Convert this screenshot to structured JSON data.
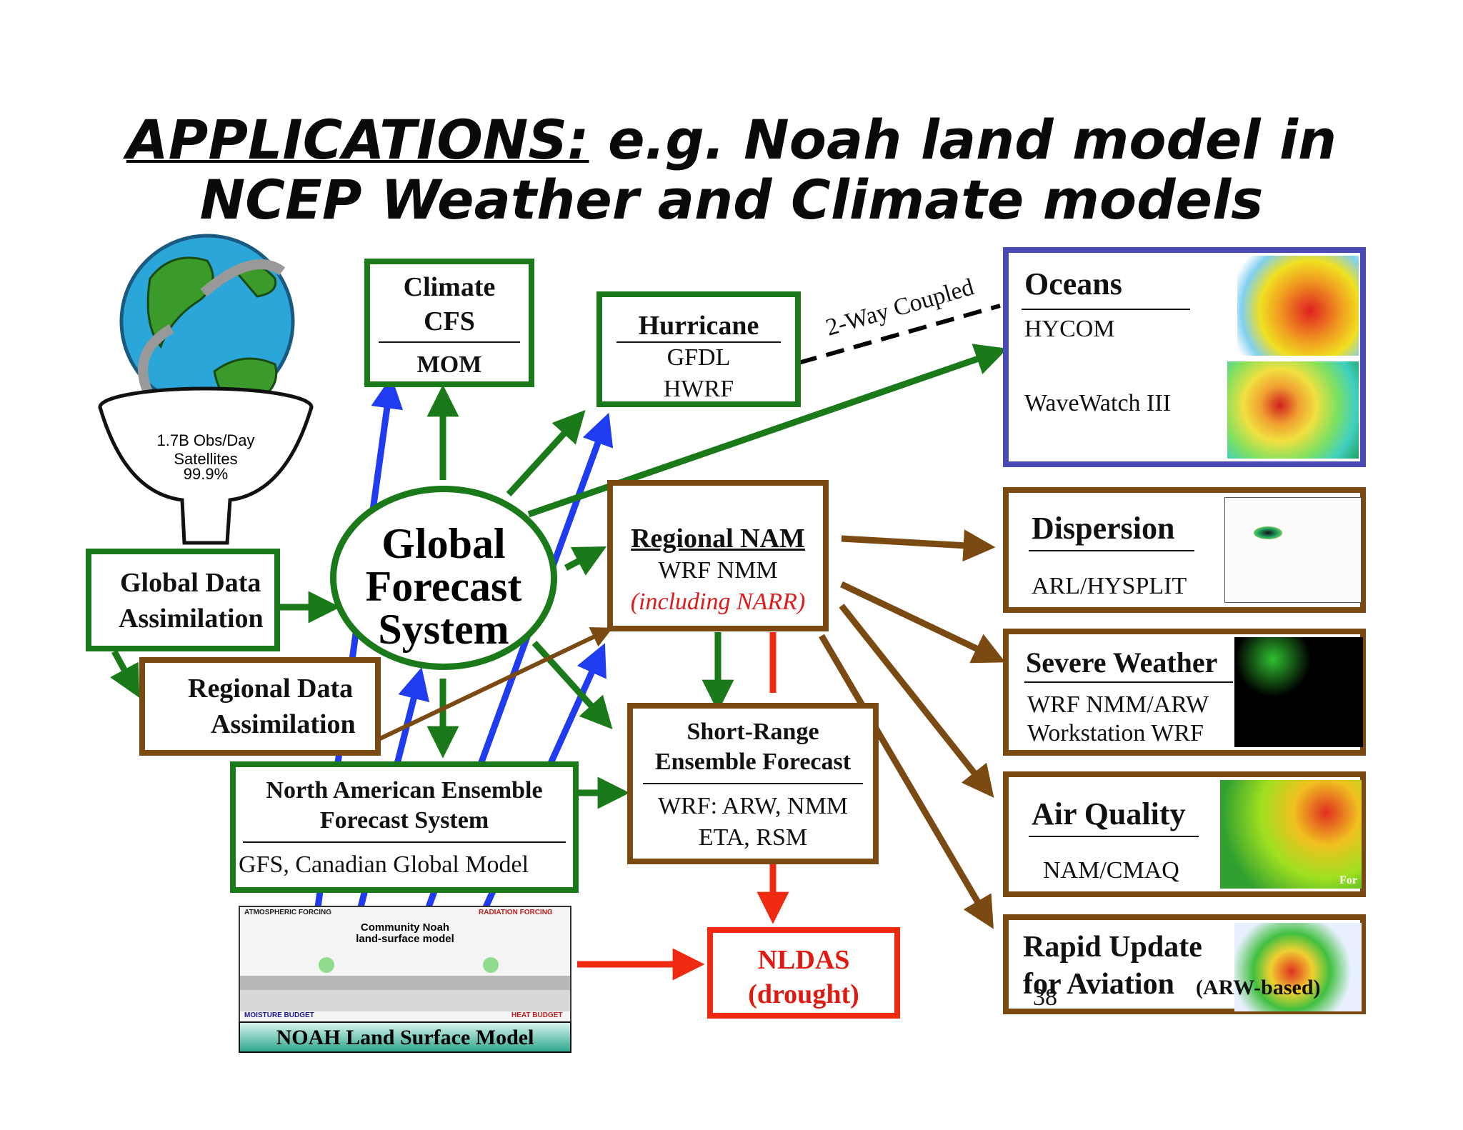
{
  "title": {
    "part1": "APPLICATIONS:",
    "part2": " e.g. Noah land model in",
    "line2": "NCEP Weather and Climate models"
  },
  "funnel": {
    "line1": "1.7B Obs/Day",
    "line2": "Satellites",
    "line3": "99.9%"
  },
  "global_data_assimilation": {
    "line1": "Global Data",
    "line2": "Assimilation"
  },
  "regional_data_assimilation": {
    "line1": "Regional Data",
    "line2": "Assimilation"
  },
  "gfs": {
    "line1": "Global",
    "line2": "Forecast",
    "line3": "System"
  },
  "climate": {
    "line1": "Climate",
    "line2": "CFS",
    "line3": "MOM"
  },
  "hurricane": {
    "title": "Hurricane",
    "line1": "GFDL",
    "line2": "HWRF"
  },
  "coupled_label": "2-Way Coupled",
  "regional_nam": {
    "title": "Regional NAM",
    "line1": "WRF NMM",
    "line2": "(including NARR)"
  },
  "sref": {
    "line1": "Short-Range",
    "line2": "Ensemble Forecast",
    "line3": "WRF: ARW, NMM",
    "line4": "ETA, RSM"
  },
  "naefs": {
    "line1": "North American Ensemble",
    "line2": "Forecast System",
    "line3": "GFS, Canadian Global Model"
  },
  "noah": {
    "caption": "NOAH Land Surface Model",
    "diagram_title1": "Community Noah",
    "diagram_title2": "land-surface model",
    "atm_forcing": "ATMOSPHERIC FORCING",
    "radiation_forcing": "RADIATION FORCING",
    "moisture_budget": "MOISTURE BUDGET",
    "heat_budget": "HEAT BUDGET"
  },
  "nldas": {
    "line1": "NLDAS",
    "line2": "(drought)"
  },
  "oceans": {
    "title": "Oceans",
    "line1": "HYCOM",
    "line2": "WaveWatch III"
  },
  "dispersion": {
    "title": "Dispersion",
    "line1": "ARL/HYSPLIT"
  },
  "severe": {
    "title": "Severe Weather",
    "line1": "WRF NMM/ARW",
    "line2": "Workstation WRF"
  },
  "air_quality": {
    "title": "Air Quality",
    "line1": "NAM/CMAQ",
    "map_label": "For"
  },
  "rapid_update": {
    "line1": "Rapid Update",
    "line2": "for Aviation",
    "line3": "(ARW-based)"
  },
  "page_number": "38",
  "colors": {
    "green": "#1a7a1a",
    "brown": "#7a4a12",
    "red": "#f02a10",
    "blue": "#1f3cf0",
    "ocean_border": "#4a4ab4"
  }
}
